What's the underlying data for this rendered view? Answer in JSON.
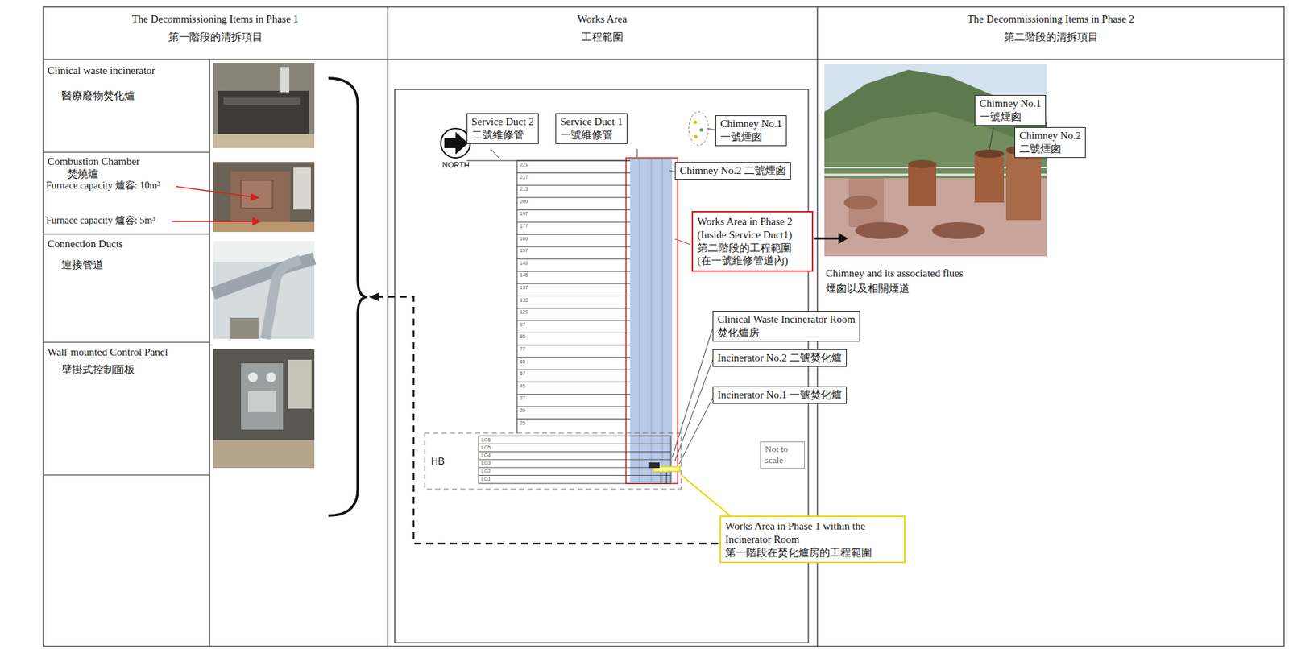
{
  "diagram": {
    "nodes": [
      {
        "text": [
          "Service Duct 2",
          "二號維修管"
        ]
      },
      {
        "text": [
          "Service Duct 1",
          "一號維修管"
        ]
      },
      {
        "text": [
          "Chimney No.1",
          "一號煙囪"
        ]
      },
      {
        "text": [
          "Chimney No.2 二號煙囪"
        ]
      },
      {
        "text": [
          "Works Area in Phase 2",
          "(Inside Service Duct1)",
          "第二階段的工程範圍",
          "(在一號維修管道內)"
        ]
      },
      {
        "text": [
          "Clinical Waste Incinerator Room",
          "焚化爐房"
        ]
      },
      {
        "text": [
          "Incinerator No.2 二號焚化爐"
        ]
      },
      {
        "text": [
          "Incinerator No.1 一號焚化爐"
        ]
      },
      {
        "text": [
          "Not to scale"
        ]
      },
      {
        "text": [
          "Works Area in Phase 1 within the Incinerator Room",
          "第一階段在焚化爐房的工程範圍"
        ]
      },
      {
        "text": [
          "Chimney No.1",
          "一號煙囪"
        ]
      },
      {
        "text": [
          "Chimney No.2",
          "二號煙囪"
        ]
      }
    ],
    "labels": [
      "The Decommissioning Items in Phase 1",
      "第一階段的清拆項目",
      "Works Area",
      "工程範圍",
      "The Decommissioning Items in Phase 2",
      "第二階段的清拆項目",
      "Clinical waste incinerator",
      "醫療廢物焚化爐",
      "Combustion Chamber",
      "焚燒爐",
      "Furnace capacity 爐容: 10m³",
      "Furnace capacity 爐容: 5m³",
      "Connection Ducts",
      "連接管道",
      "Wall-mounted Control Panel",
      "壁掛式控制面板",
      "NORTH",
      "HB",
      "Chimney and its associated flues",
      "煙囪以及相關煙道",
      "221",
      "217",
      "213",
      "209",
      "197",
      "177",
      "169",
      "157",
      "149",
      "145",
      "137",
      "133",
      "129",
      "97",
      "85",
      "77",
      "65",
      "57",
      "45",
      "37",
      "29",
      "25",
      "LG6",
      "LG5",
      "LG4",
      "LG3",
      "LG2",
      "LG1"
    ]
  }
}
